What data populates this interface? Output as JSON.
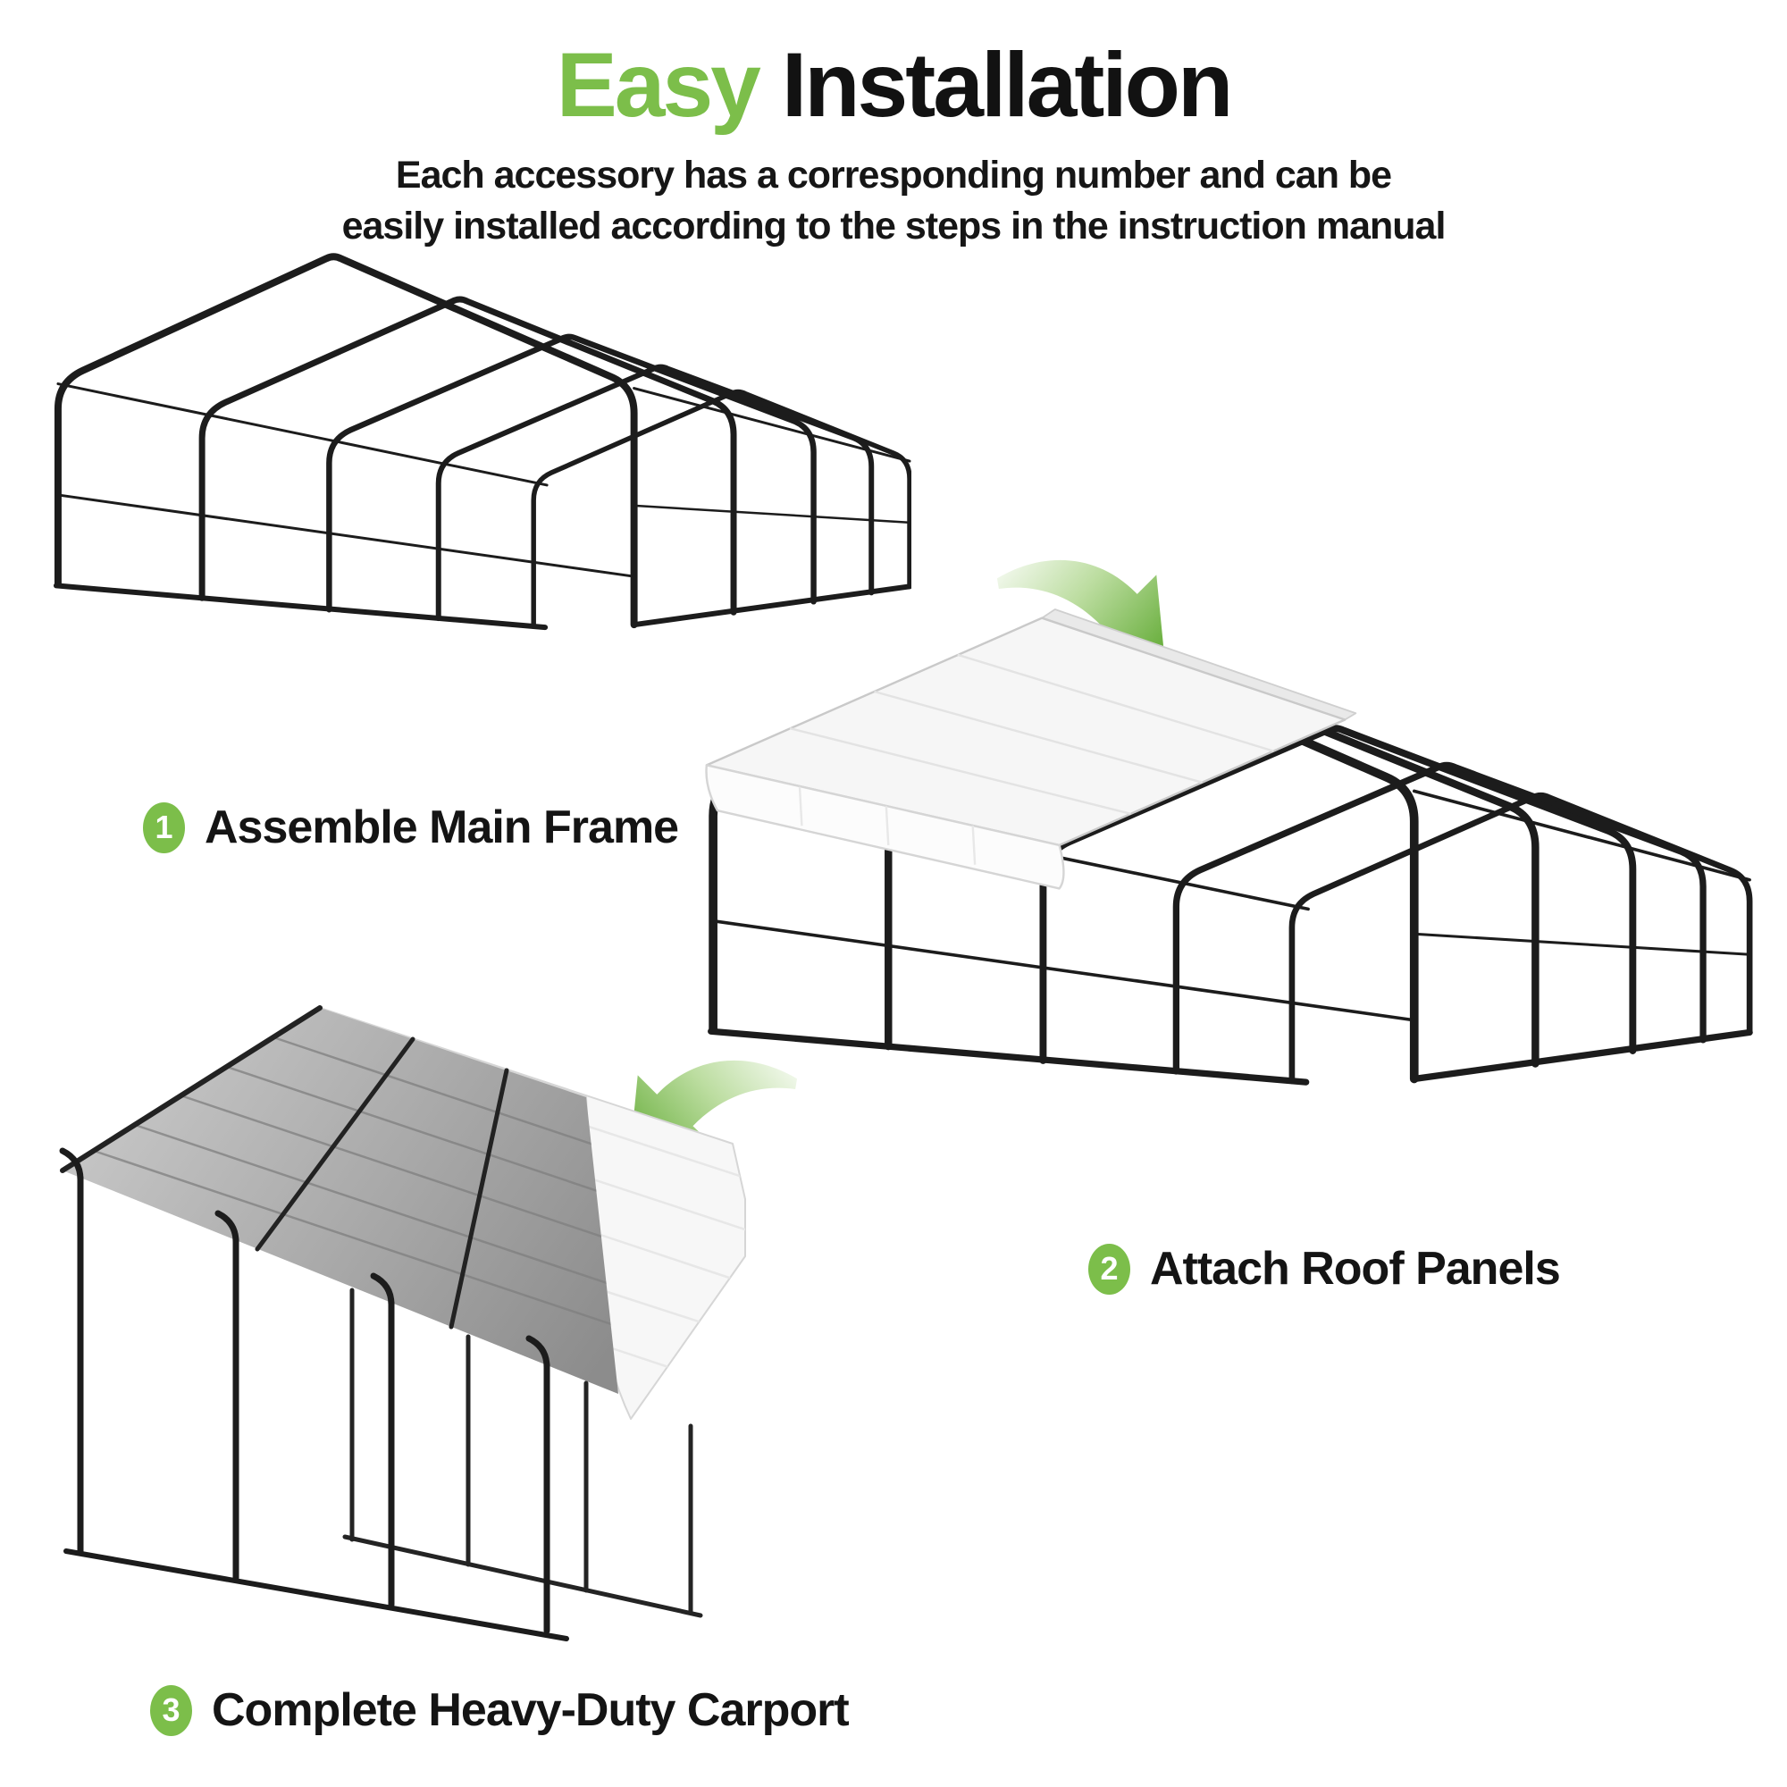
{
  "header": {
    "title_highlight": "Easy",
    "title_rest": "Installation",
    "subtitle_line1": "Each accessory has a corresponding number and can be",
    "subtitle_line2": "easily installed according to the steps in the instruction manual"
  },
  "steps": [
    {
      "number": "1",
      "label": "Assemble Main Frame",
      "illustration": "wireframe of carport main frame with five gable trusses and side rails"
    },
    {
      "number": "2",
      "label": "Attach Roof Panels",
      "illustration": "carport frame with first white corrugated roof panel laid over the front trusses"
    },
    {
      "number": "3",
      "label": "Complete Heavy-Duty Carport",
      "illustration": "finished carport with full white metal roof, grey corrugated underside and black posts"
    }
  ],
  "icons": {
    "arrow_step1_to_step2": "curved-green-arrow-pointing-down-right",
    "arrow_step2_to_step3": "curved-green-arrow-pointing-down-left"
  },
  "colors": {
    "accent_green": "#7CBE4A",
    "arrow_green_dark": "#68AE3C",
    "arrow_green_light": "#F3F9EE",
    "text_black": "#121212",
    "frame_black": "#1c1c1c",
    "roof_panel_white": "#f6f6f6",
    "roof_underside_grey": "#9d9d9d",
    "background": "#ffffff"
  }
}
